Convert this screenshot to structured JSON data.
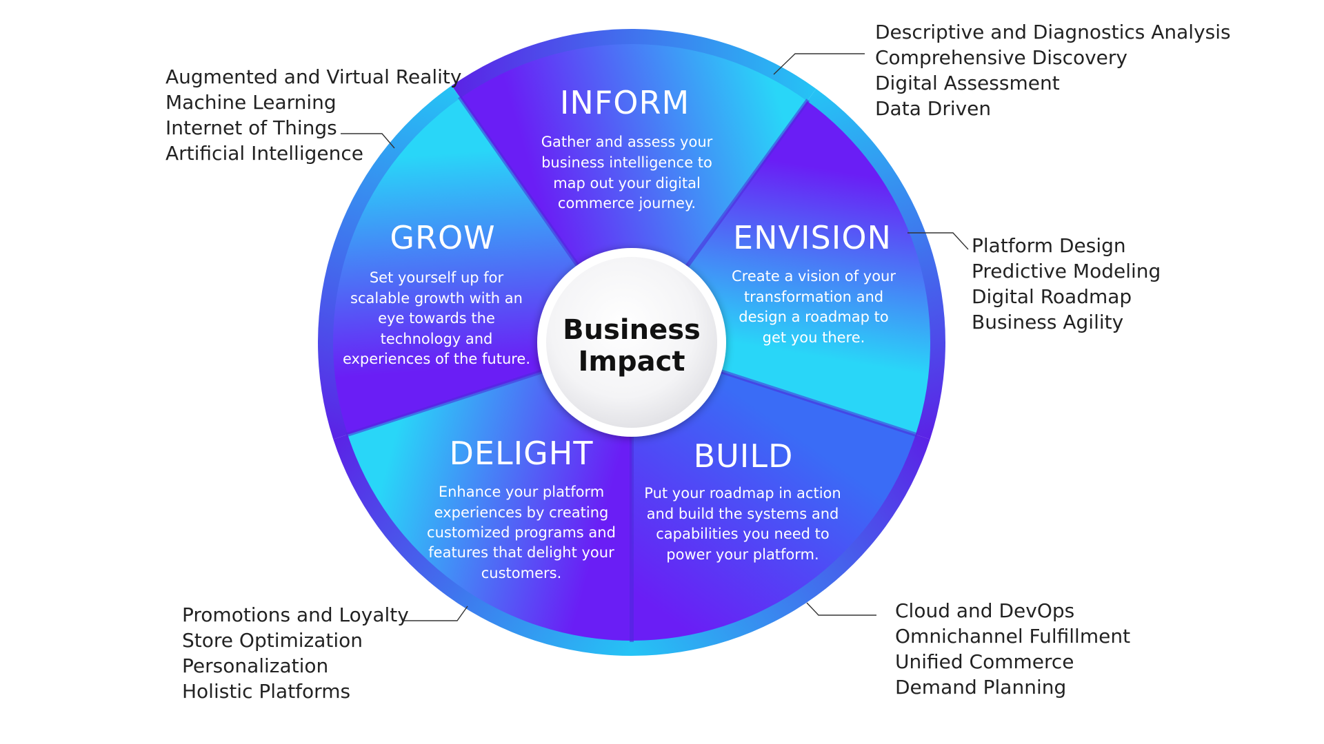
{
  "center": {
    "lines": [
      "Business",
      "Impact"
    ]
  },
  "segments": [
    {
      "id": "inform",
      "title": "INFORM",
      "description": [
        "Gather and assess your",
        "business intelligence to",
        "map out your digital",
        "commerce journey."
      ],
      "items": [
        "Descriptive and Diagnostics Analysis",
        "Comprehensive Discovery",
        "Digital Assessment",
        "Data Driven"
      ]
    },
    {
      "id": "envision",
      "title": "ENVISION",
      "description": [
        "Create a vision of your",
        "transformation and",
        "design a roadmap to",
        "get you there."
      ],
      "items": [
        "Platform Design",
        "Predictive Modeling",
        "Digital Roadmap",
        "Business Agility"
      ]
    },
    {
      "id": "build",
      "title": "BUILD",
      "description": [
        "Put your roadmap in action",
        "and build the systems and",
        "capabilities you need to",
        "power your platform."
      ],
      "items": [
        "Cloud and DevOps",
        "Omnichannel Fulfillment",
        "Unified Commerce",
        "Demand Planning"
      ]
    },
    {
      "id": "delight",
      "title": "DELIGHT",
      "description": [
        "Enhance your platform",
        "experiences by creating",
        "customized programs and",
        "features that delight your",
        "customers."
      ],
      "items": [
        "Promotions and Loyalty",
        "Store Optimization",
        "Personalization",
        "Holistic Platforms"
      ]
    },
    {
      "id": "grow",
      "title": "GROW",
      "description": [
        "Set yourself up for",
        "scalable growth with an",
        "eye towards the",
        "technology and",
        "experiences of the future."
      ],
      "items": [
        "Augmented and Virtual Reality",
        "Machine Learning",
        "Internet of Things",
        "Artificial Intelligence"
      ]
    }
  ],
  "colors": {
    "purple": "#6a1ef5",
    "cyan": "#29d6f8",
    "blue": "#3a6cf6",
    "ring_dark": "#5b22e6",
    "ring_light": "#25c4f5"
  }
}
